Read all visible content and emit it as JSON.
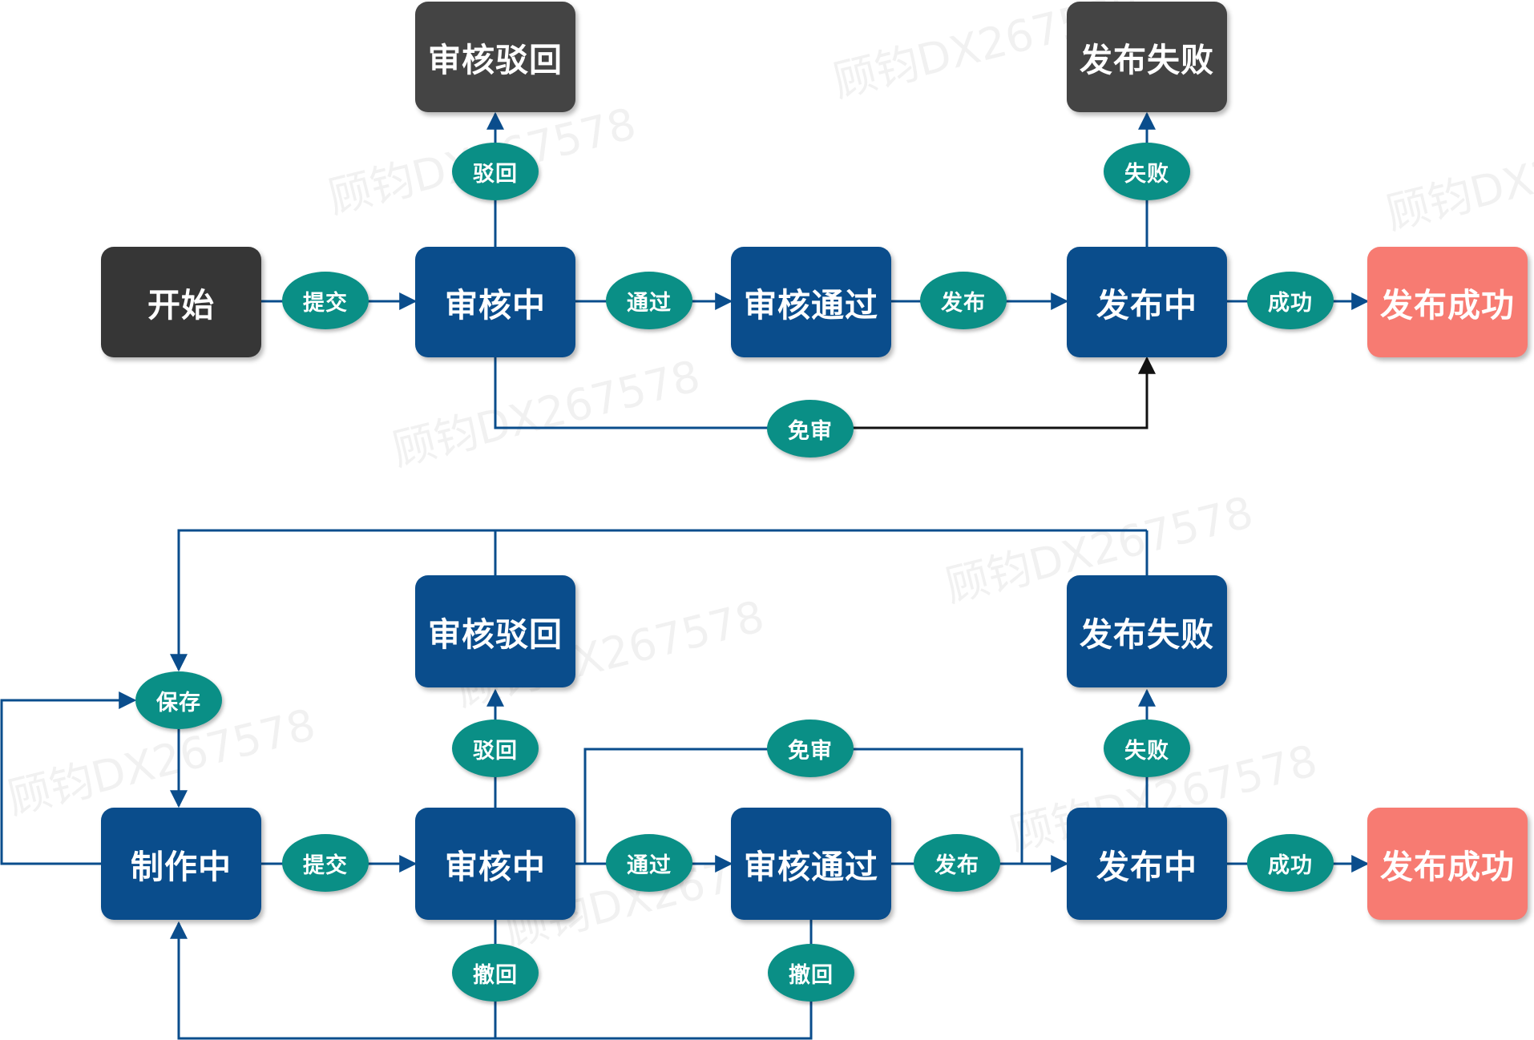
{
  "watermark": "顾钧DX267578",
  "colors": {
    "edge": "#0a4d8c",
    "edge_alt": "#111111",
    "state": "#0a4d8c",
    "start": "#363636",
    "reject": "#444444",
    "success": "#f77b72",
    "pill": "#0a8f86"
  },
  "top_flow": {
    "nodes": {
      "start": "开始",
      "reviewing": "审核中",
      "review_rejected": "审核驳回",
      "review_passed": "审核通过",
      "publishing": "发布中",
      "publish_failed": "发布失败",
      "publish_success": "发布成功"
    },
    "edges": {
      "submit": "提交",
      "reject": "驳回",
      "pass": "通过",
      "publish": "发布",
      "fail": "失败",
      "success": "成功",
      "skip_review": "免审"
    }
  },
  "bottom_flow": {
    "nodes": {
      "editing": "制作中",
      "reviewing": "审核中",
      "review_rejected": "审核驳回",
      "review_passed": "审核通过",
      "publishing": "发布中",
      "publish_failed": "发布失败",
      "publish_success": "发布成功"
    },
    "edges": {
      "save": "保存",
      "submit": "提交",
      "reject": "驳回",
      "pass": "通过",
      "publish": "发布",
      "fail": "失败",
      "success": "成功",
      "skip_review": "免审",
      "withdraw_reviewing": "撤回",
      "withdraw_passed": "撤回"
    }
  }
}
